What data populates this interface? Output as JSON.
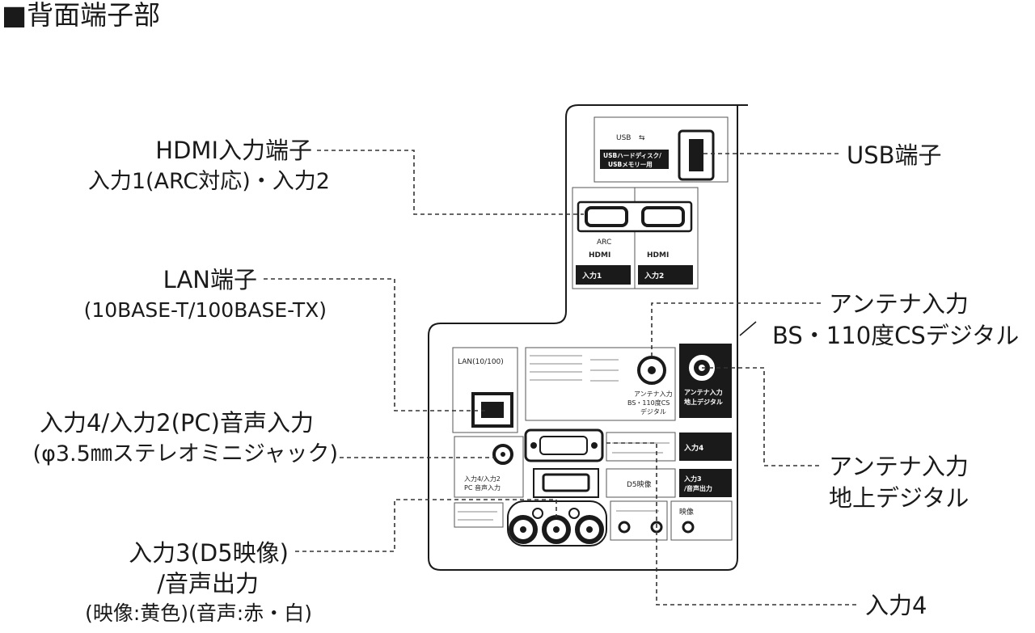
{
  "title": "■背面端子部",
  "callouts": {
    "hdmi": {
      "line1": "HDMI入力端子",
      "line2": "入力1(ARC対応)・入力2"
    },
    "lan": {
      "line1": "LAN端子",
      "line2": "(10BASE-T/100BASE-TX)"
    },
    "audio_in": {
      "line1": "入力4/入力2(PC)音声入力",
      "line2": "(φ3.5㎜ステレオミニジャック)"
    },
    "d5": {
      "line1": "入力3(D5映像)",
      "line2": "/音声出力",
      "line3": "(映像:黄色)(音声:赤・白)"
    },
    "usb": {
      "line1": "USB端子"
    },
    "antenna_bs": {
      "line1": "アンテナ入力",
      "line2": "BS・110度CSデジタル"
    },
    "antenna_terr": {
      "line1": "アンテナ入力",
      "line2": "地上デジタル"
    },
    "input4": {
      "line1": "入力4"
    }
  },
  "panel": {
    "usb_label": "USB",
    "usb_sub1": "USBハードディスク/",
    "usb_sub2": "USBメモリー用",
    "arc": "ARC",
    "hdmi_logo_1": "HDMI",
    "hdmi_logo_2": "HDMI",
    "input1_tag": "入力1",
    "input2_tag": "入力2",
    "lan_label": "LAN(10/100)",
    "bs_antenna_label1": "アンテナ入力",
    "bs_antenna_label2": "BS・110度CS",
    "bs_antenna_label3": "デジタル",
    "terr_label1": "アンテナ入力",
    "terr_label2": "地上デジタル",
    "pc_audio_label1": "入力4/入力2",
    "pc_audio_label2": "PC 音声入力",
    "input4_tag": "入力4",
    "input3_tag1": "入力3",
    "input3_tag2": "/音声出力",
    "d5_label": "D5映像",
    "video_label": "映像"
  },
  "colors": {
    "line": "#1a1a1a",
    "panel_bg": "#ffffff",
    "dark_label": "#1a1a1a"
  }
}
